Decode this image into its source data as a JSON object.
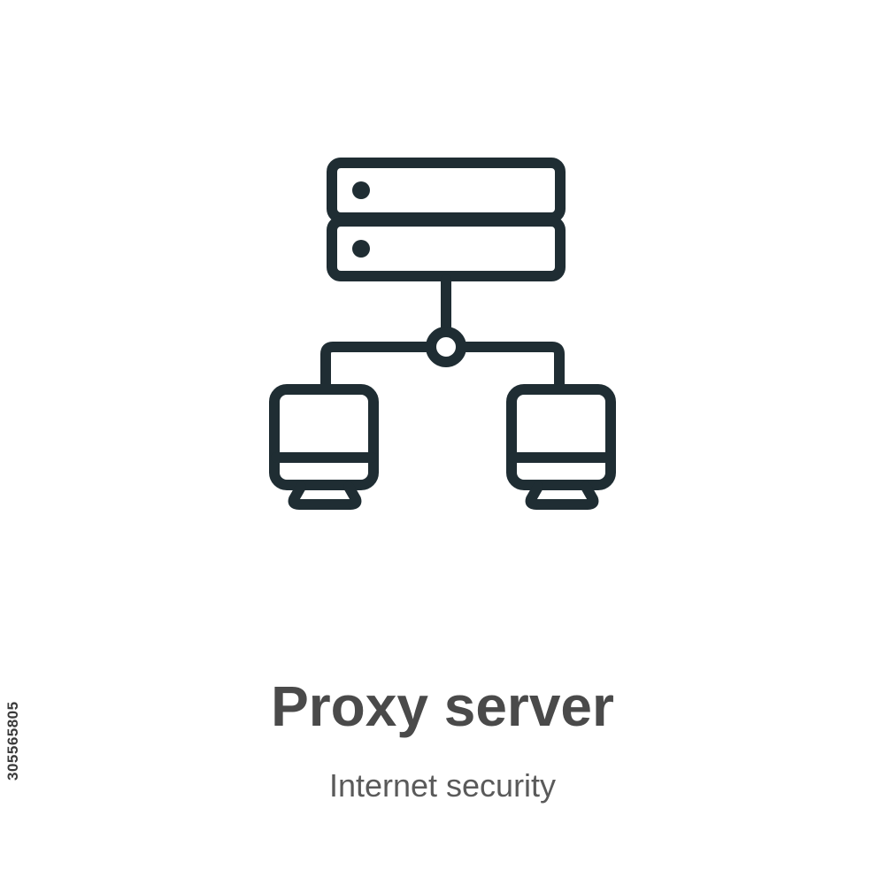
{
  "icon": {
    "name": "proxy-server-icon",
    "stroke_color": "#1f2d33"
  },
  "title": "Proxy server",
  "subtitle": "Internet security",
  "stock_id": "305565805",
  "colors": {
    "background": "#ffffff",
    "title": "#4a4a4a",
    "subtitle": "#5a5a5a"
  }
}
